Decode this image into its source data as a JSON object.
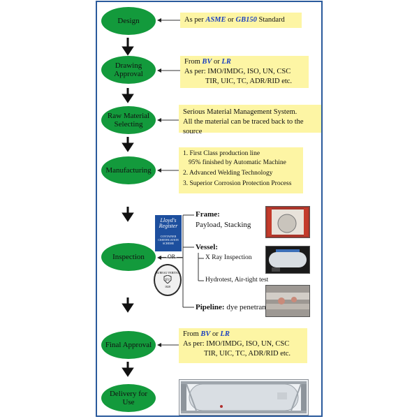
{
  "colors": {
    "node": "#139a3c",
    "box": "#fdf5a4",
    "emphasis": "#1a3fbf",
    "frame": "#2a5a9c"
  },
  "stages": [
    {
      "label": "Design"
    },
    {
      "label_line1": "Drawing",
      "label_line2": "Approval"
    },
    {
      "label_line1": "Raw Material",
      "label_line2": "Selecting"
    },
    {
      "label": "Manufacturing"
    },
    {
      "label": "Inspection"
    },
    {
      "label": "Final Approval"
    },
    {
      "label": "Delivery for Use"
    }
  ],
  "design": {
    "prefix": "As per ",
    "asme": "ASME",
    "or": " or ",
    "gb150": "GB150",
    "suffix": " Standard"
  },
  "drawing_approval": {
    "from": "From ",
    "bv": "BV",
    "or": " or ",
    "lr": "LR",
    "line2": "As per: IMO/IMDG, ISO, UN, CSC",
    "line3": "TIR, UIC, TC, ADR/RID etc."
  },
  "raw_material": {
    "line1": "Serious Material Management System.",
    "line2": "All the material can be traced back to the source"
  },
  "manufacturing": {
    "item1": "1. First Class production line",
    "item1b": "95% finished by Automatic Machine",
    "item2": "2. Advanced Welding Technology",
    "item3": "3. Superior Corrosion Protection Process"
  },
  "inspection": {
    "lr_logo_line1": "Lloyd's",
    "lr_logo_line2": "Register",
    "lr_logo_line3": "CONTAINER",
    "lr_logo_line4": "CERTIFICATION",
    "lr_logo_line5": "SCHEME",
    "or": "— OR —",
    "bv_logo_text": "BUREAU VERITAS",
    "bv_logo_year": "1828",
    "frame_label": "Frame:",
    "frame_detail": "Payload, Stacking",
    "vessel_label": "Vessel:",
    "vessel_detail1": "X Ray Inspection",
    "vessel_detail2": "Hydrotest, Air-tight test",
    "pipeline_label": "Pipeline:",
    "pipeline_detail": " dye penetrant"
  },
  "final_approval": {
    "from": "From ",
    "bv": "BV",
    "or": " or ",
    "lr": "LR",
    "line2": "As per: IMO/IMDG, ISO, UN, CSC",
    "line3": "TIR, UIC, TC, ADR/RID etc."
  }
}
